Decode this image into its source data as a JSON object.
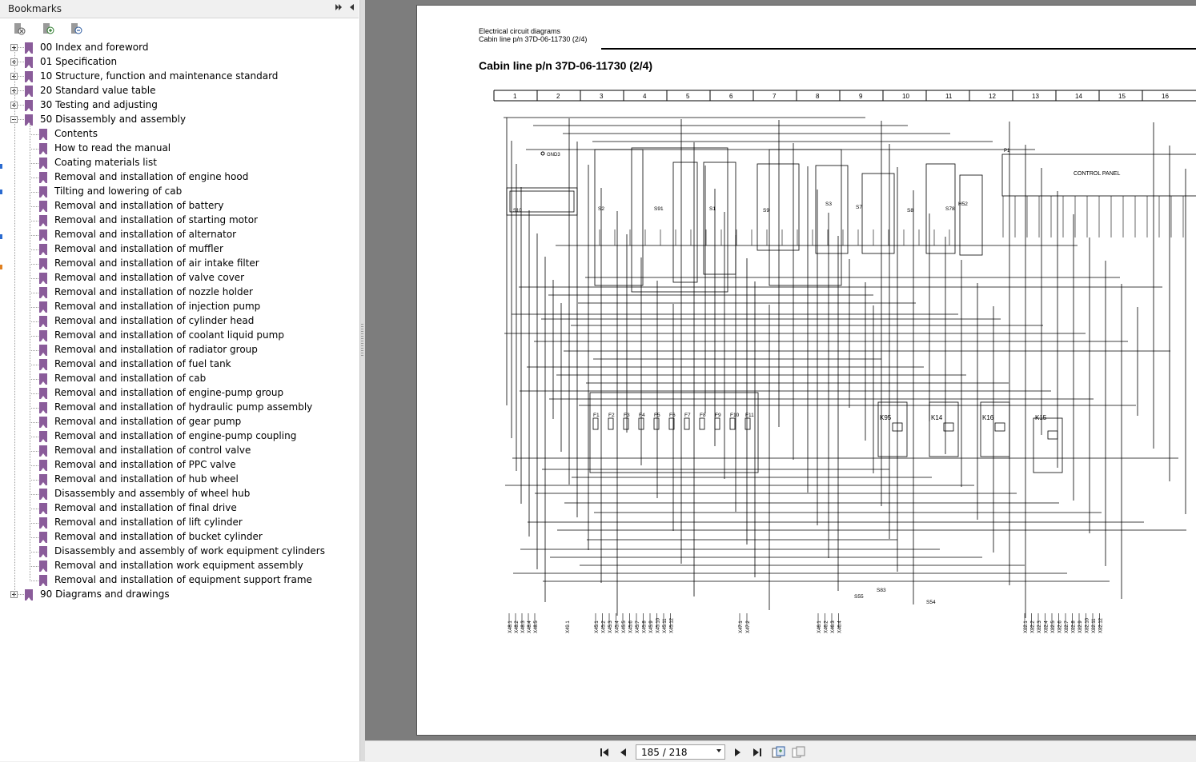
{
  "panel": {
    "title": "Bookmarks"
  },
  "bookmarks": [
    {
      "label": "00 Index and foreword",
      "level": 0,
      "expander": "plus"
    },
    {
      "label": "01 Specification",
      "level": 0,
      "expander": "plus"
    },
    {
      "label": "10 Structure, function and maintenance standard",
      "level": 0,
      "expander": "plus"
    },
    {
      "label": "20 Standard value table",
      "level": 0,
      "expander": "plus"
    },
    {
      "label": "30 Testing and adjusting",
      "level": 0,
      "expander": "plus"
    },
    {
      "label": "50 Disassembly and assembly",
      "level": 0,
      "expander": "minus"
    },
    {
      "label": "Contents",
      "level": 1
    },
    {
      "label": "How to read the manual",
      "level": 1
    },
    {
      "label": "Coating materials list",
      "level": 1
    },
    {
      "label": "Removal and installation of engine hood",
      "level": 1
    },
    {
      "label": "Tilting and lowering of cab",
      "level": 1
    },
    {
      "label": "Removal and installation of battery",
      "level": 1
    },
    {
      "label": "Removal and installation of starting motor",
      "level": 1
    },
    {
      "label": "Removal and installation of alternator",
      "level": 1
    },
    {
      "label": "Removal and installation of muffler",
      "level": 1
    },
    {
      "label": "Removal and installation of air intake filter",
      "level": 1
    },
    {
      "label": "Removal and installation of valve cover",
      "level": 1
    },
    {
      "label": "Removal and installation of nozzle holder",
      "level": 1
    },
    {
      "label": "Removal and installation of injection pump",
      "level": 1
    },
    {
      "label": "Removal and installation of cylinder head",
      "level": 1
    },
    {
      "label": "Removal and installation of coolant liquid pump",
      "level": 1
    },
    {
      "label": "Removal and installation of radiator group",
      "level": 1
    },
    {
      "label": "Removal and installation of fuel tank",
      "level": 1
    },
    {
      "label": "Removal and installation of cab",
      "level": 1
    },
    {
      "label": "Removal and installation of engine-pump group",
      "level": 1
    },
    {
      "label": "Removal and installation of hydraulic pump assembly",
      "level": 1
    },
    {
      "label": "Removal and installation of gear pump",
      "level": 1
    },
    {
      "label": "Removal and installation of engine-pump coupling",
      "level": 1
    },
    {
      "label": "Removal and installation of control valve",
      "level": 1
    },
    {
      "label": "Removal and installation of PPC valve",
      "level": 1
    },
    {
      "label": "Removal and installation of hub wheel",
      "level": 1
    },
    {
      "label": "Disassembly and assembly of wheel hub",
      "level": 1
    },
    {
      "label": "Removal and installation of final drive",
      "level": 1
    },
    {
      "label": "Removal and installation of lift cylinder",
      "level": 1
    },
    {
      "label": "Removal and installation of bucket cylinder",
      "level": 1
    },
    {
      "label": "Disassembly and assembly of work equipment cylinders",
      "level": 1
    },
    {
      "label": "Removal and installation work equipment assembly",
      "level": 1
    },
    {
      "label": "Removal and installation of equipment support frame",
      "level": 1
    },
    {
      "label": "90 Diagrams and drawings",
      "level": 0,
      "expander": "plus"
    }
  ],
  "document": {
    "header_line1": "Electrical circuit diagrams",
    "header_line2": "Cabin line p/n 37D-06-11730 (2/4)",
    "title": "Cabin line p/n 37D-06-11730 (2/4)",
    "grid_columns": [
      "1",
      "2",
      "3",
      "4",
      "5",
      "6",
      "7",
      "8",
      "9",
      "10",
      "11",
      "12",
      "13",
      "14",
      "15",
      "16"
    ],
    "control_panel_label": "CONTROL PANEL",
    "p1_label": "P1",
    "gnd_label": "GND3",
    "s10_label": "S10",
    "relays": [
      "K95",
      "K14",
      "K16",
      "K15"
    ],
    "fuse_labels": [
      "F1",
      "F2",
      "F3",
      "F4",
      "F5",
      "F6",
      "F7",
      "F8",
      "F9",
      "F10",
      "F11"
    ],
    "switch_labels": [
      "S2",
      "S91",
      "S1",
      "S9",
      "S3",
      "S7",
      "S8",
      "S78",
      "H52",
      "S55",
      "S83",
      "S54"
    ],
    "connector_left": [
      "X48.1",
      "X48.2",
      "X48.3",
      "X48.4",
      "X48.5"
    ],
    "connector_x49": "X49.1",
    "connector_x45": [
      "X45.1",
      "X45.2",
      "X45.3",
      "X45.4",
      "X45.5",
      "X45.6",
      "X45.7",
      "X45.8",
      "X45.9",
      "X45.10",
      "X45.11",
      "X45.12"
    ],
    "connector_x47": [
      "X47.1",
      "X47.2"
    ],
    "connector_x46": [
      "X46.1",
      "X46.2",
      "X46.3",
      "X46.4"
    ],
    "connector_x82": [
      "X82.1",
      "X82.2",
      "X82.3",
      "X82.4",
      "X82.5",
      "X82.6",
      "X82.7",
      "X82.8",
      "X82.9",
      "X82.10",
      "X82.11",
      "X82.12"
    ]
  },
  "nav": {
    "page_display": "185 / 218"
  }
}
